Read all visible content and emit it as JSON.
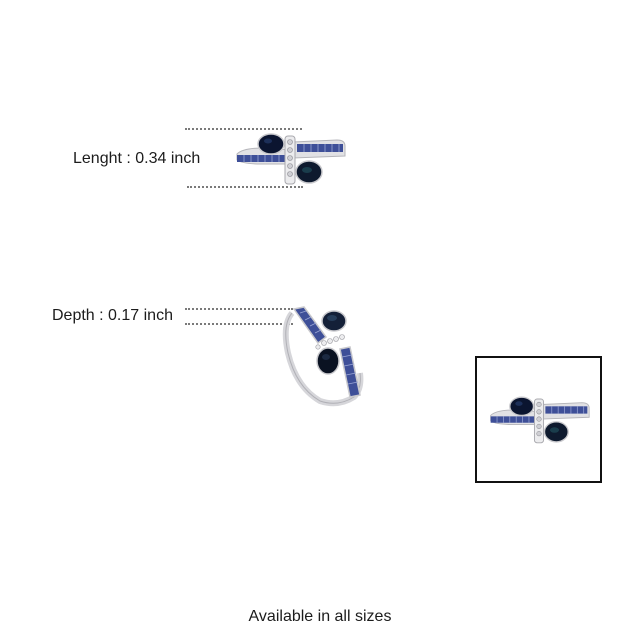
{
  "dimensions": {
    "length_label": "Lenght : 0.34 inch",
    "depth_label": "Depth : 0.17 inch"
  },
  "product": {
    "name": "sapphire bypass ring",
    "metal_color": "#d9d9dc",
    "center_stone_color": "#0d1a33",
    "channel_stone_color": "#3b4e9a",
    "accent_stone_color": "#e8e8ea"
  },
  "thumbnail": {
    "border_color": "#111111"
  },
  "footer": {
    "text": "Available in all sizes"
  }
}
